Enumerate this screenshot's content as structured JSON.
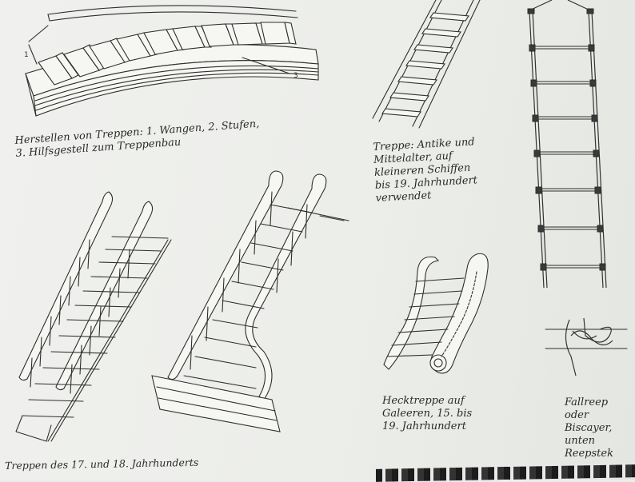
{
  "captions": {
    "wangen": {
      "line1": "Herstellen von Treppen: 1. Wangen, 2. Stufen,",
      "line2": "3. Hilfsgestell zum Treppenbau"
    },
    "antike": {
      "line1": "Treppe: Antike und",
      "line2": "Mittelalter, auf",
      "line3": "kleineren Schiffen",
      "line4": "bis 19. Jahrhundert",
      "line5": "verwendet"
    },
    "treppen_17_18": "Treppen des 17. und 18. Jahrhunderts",
    "hecktreppe": {
      "line1": "Hecktreppe auf",
      "line2": "Galeeren, 15. bis",
      "line3": "19. Jahrhundert"
    },
    "fallreep": {
      "line1": "Fallreep",
      "line2": "oder",
      "line3": "Biscayer,",
      "line4": "unten",
      "line5": "Reepstek"
    }
  },
  "labels": {
    "one": "1",
    "three": "3"
  }
}
